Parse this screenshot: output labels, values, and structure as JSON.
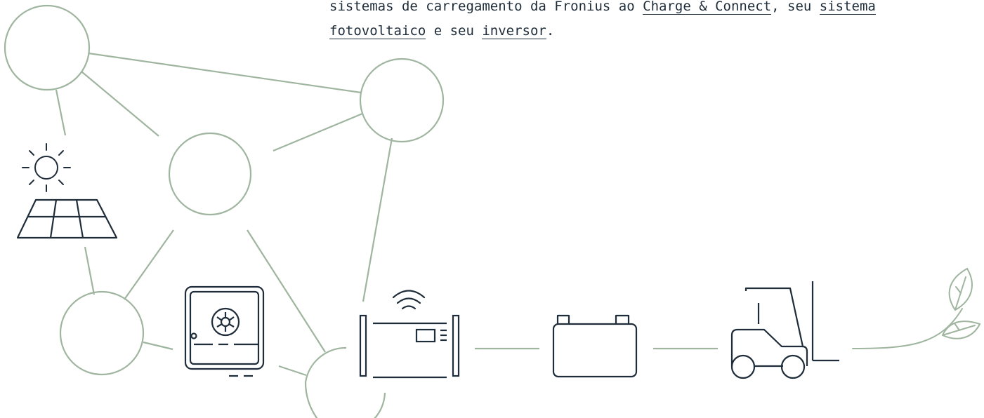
{
  "caption": {
    "line1_prefix": "sistemas de carregamento da Fronius ao ",
    "link_charge_connect": "Charge & Connect",
    "line1_middle": ", seu ",
    "link_sistema": "sistema",
    "link_fotovoltaico": "fotovoltaico",
    "line2_middle": " e seu ",
    "link_inversor": "inversor",
    "line2_suffix": "."
  },
  "diagram": {
    "icons": [
      "sun-icon",
      "solar-panel-icon",
      "inverter-icon",
      "charger-icon",
      "wifi-icon",
      "battery-icon",
      "forklift-icon",
      "leaf-icon"
    ]
  },
  "colors": {
    "line_green": "#9fb59f",
    "icon_dark": "#1f2d3a"
  }
}
